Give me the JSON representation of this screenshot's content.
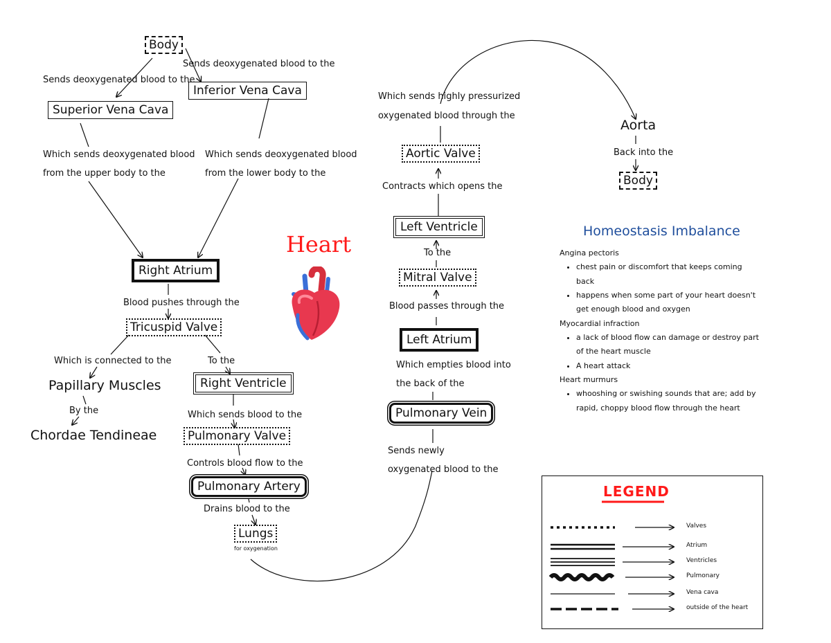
{
  "title": "Heart",
  "nodes": {
    "body_top": "Body",
    "superior_vena_cava": "Superior Vena Cava",
    "inferior_vena_cava": "Inferior Vena Cava",
    "right_atrium": "Right Atrium",
    "tricuspid_valve": "Tricuspid Valve",
    "papillary_muscles": "Papillary Muscles",
    "chordae_tendineae": "Chordae Tendineae",
    "right_ventricle": "Right Ventricle",
    "pulmonary_valve": "Pulmonary Valve",
    "pulmonary_artery": "Pulmonary Artery",
    "lungs": "Lungs",
    "lungs_note": "for oxygenation",
    "pulmonary_vein": "Pulmonary Vein",
    "left_atrium": "Left Atrium",
    "mitral_valve": "Mitral Valve",
    "left_ventricle": "Left Ventricle",
    "aortic_valve": "Aortic Valve",
    "aorta": "Aorta",
    "body_bottom": "Body"
  },
  "edge_labels": {
    "body_to_svc": "Sends deoxygenated blood to the",
    "body_to_ivc": "Sends deoxygenated blood to the",
    "svc_to_ra_1": "Which sends deoxygenated blood",
    "svc_to_ra_2": "from the upper body to the",
    "ivc_to_ra_1": "Which sends deoxygenated blood",
    "ivc_to_ra_2": "from the lower body to the",
    "ra_to_tv": "Blood pushes through the",
    "tv_to_pm": "Which is connected to the",
    "tv_to_rv": "To the",
    "pm_to_ct": "By the",
    "rv_to_pv": "Which sends blood to the",
    "pv_to_pa": "Controls blood flow to the",
    "pa_to_lungs": "Drains blood to the",
    "pvein_to_la_1": "Sends newly",
    "pvein_to_la_2": "oxygenated blood to the",
    "la_to_mv_1": "Which empties blood into",
    "la_to_mv_2": "the back of the",
    "mv_label": "Blood passes through the",
    "mv_to_lv": "To the",
    "lv_to_av": "Contracts which opens the",
    "av_to_aorta_1": "Which sends highly pressurized",
    "av_to_aorta_2": "oxygenated blood through the",
    "aorta_to_body": "Back into the"
  },
  "homeostasis": {
    "title": "Homeostasis Imbalance",
    "conditions": [
      {
        "name": "Angina pectoris",
        "points": [
          "chest pain or discomfort that keeps coming back",
          "happens when some part of your heart doesn't get enough blood and oxygen"
        ]
      },
      {
        "name": "Myocardial infraction",
        "points": [
          "a lack of blood flow can damage or destroy part of the heart muscle",
          "A heart attack"
        ]
      },
      {
        "name": "Heart murmurs",
        "points": [
          "whooshing or swishing sounds that are; add by rapid, choppy blood flow through the heart"
        ]
      }
    ]
  },
  "legend": {
    "title": "LEGEND",
    "items": [
      {
        "style": "dotted",
        "label": "Valves"
      },
      {
        "style": "double-line",
        "label": "Atrium"
      },
      {
        "style": "triple-line",
        "label": "Ventricles"
      },
      {
        "style": "wavy",
        "label": "Pulmonary"
      },
      {
        "style": "thin-line",
        "label": "Vena cava"
      },
      {
        "style": "dashed",
        "label": "outside of the heart"
      }
    ]
  },
  "colors": {
    "title": "#ff1a1a",
    "homeostasis_title": "#1f4e9c",
    "legend_title": "#ff1a1a",
    "ink": "#111111"
  }
}
